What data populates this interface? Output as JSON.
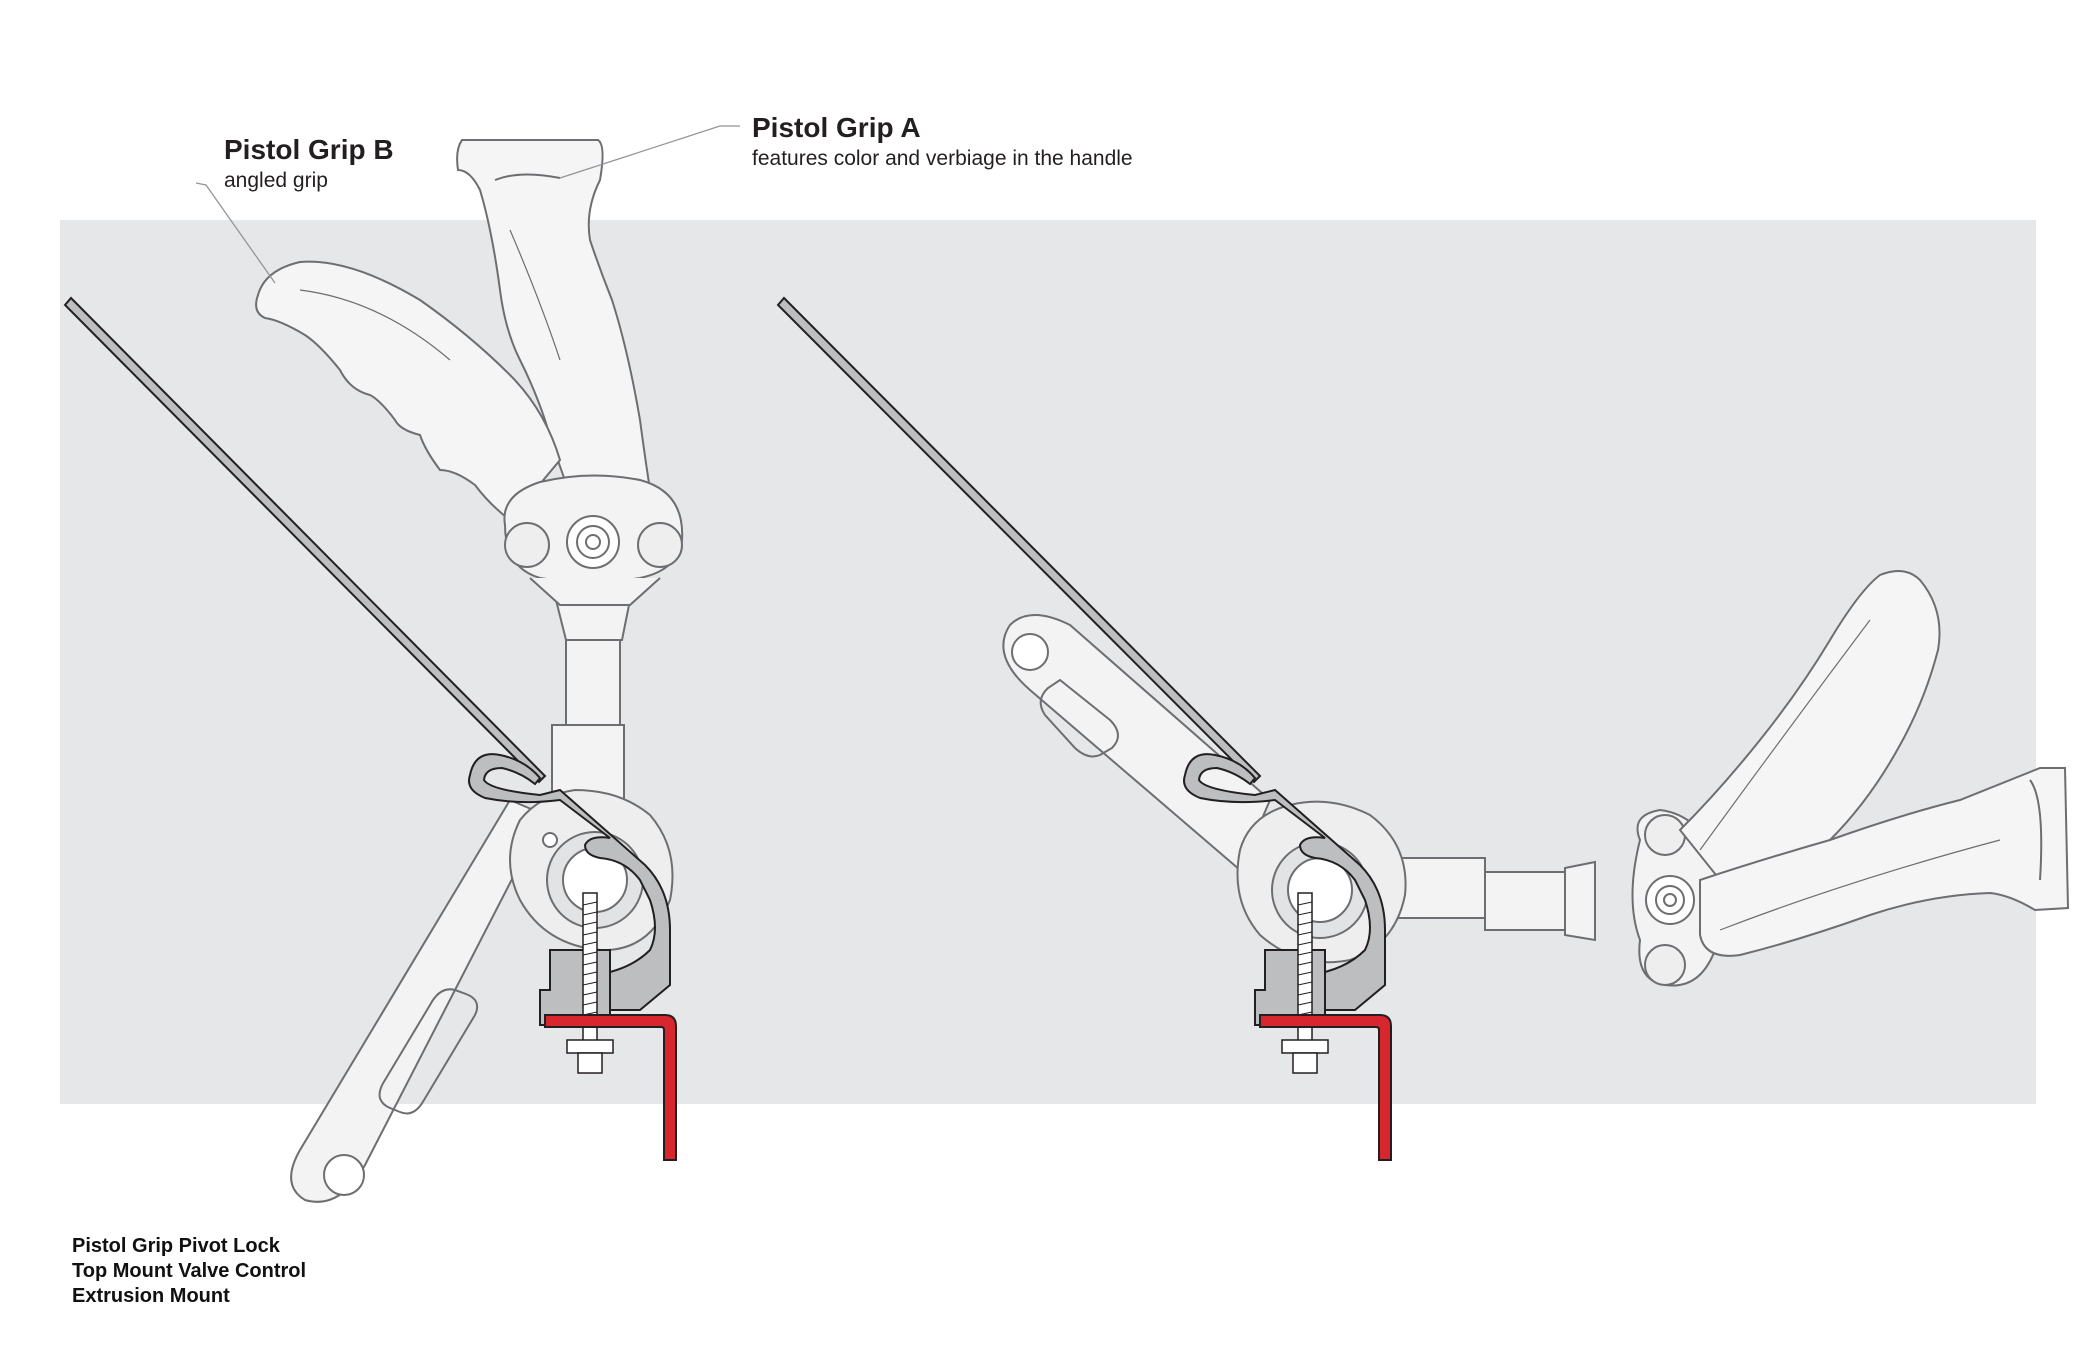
{
  "labels": {
    "grip_b": {
      "title": "Pistol Grip B",
      "subtitle": "angled grip"
    },
    "grip_a": {
      "title": "Pistol Grip A",
      "subtitle": "features color and verbiage in the handle"
    }
  },
  "caption": {
    "line1": "Pistol Grip Pivot Lock",
    "line2": "Top Mount Valve Control",
    "line3": "Extrusion Mount"
  },
  "colors": {
    "panel": "#e6e7e8",
    "outline": "#58595b",
    "section_fill": "#bcbec0",
    "bracket_red": "#d7262d"
  }
}
